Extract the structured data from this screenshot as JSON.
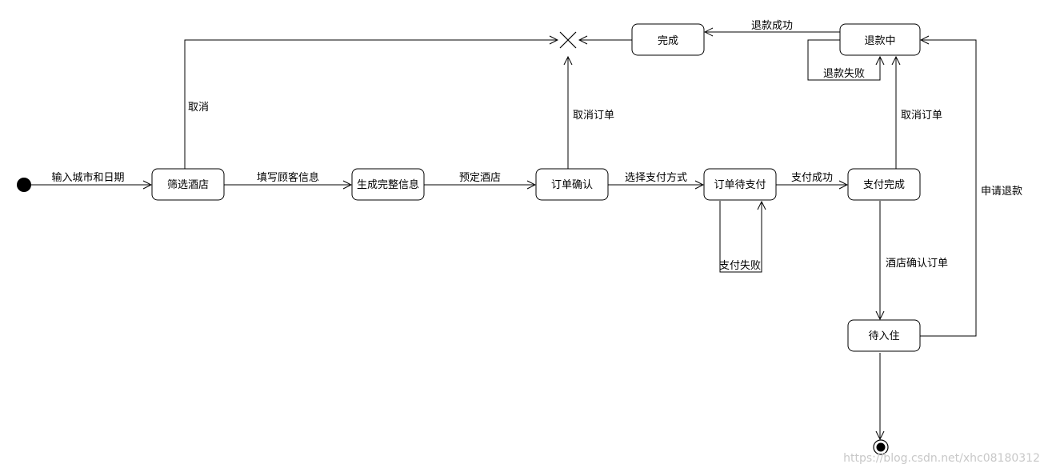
{
  "diagram": {
    "states": {
      "filter_hotel": "筛选酒店",
      "generate_info": "生成完整信息",
      "order_confirm": "订单确认",
      "order_pending_payment": "订单待支付",
      "payment_done": "支付完成",
      "pending_checkin": "待入住",
      "done": "完成",
      "refunding": "退款中"
    },
    "transitions": {
      "input_city_date": "输入城市和日期",
      "fill_customer_info": "填写顾客信息",
      "book_hotel": "预定酒店",
      "choose_payment": "选择支付方式",
      "payment_success": "支付成功",
      "payment_fail": "支付失败",
      "hotel_confirm": "酒店确认订单",
      "cancel": "取消",
      "cancel_order_1": "取消订单",
      "cancel_order_2": "取消订单",
      "refund_success": "退款成功",
      "refund_fail": "退款失败",
      "apply_refund": "申请退款"
    }
  },
  "watermark": "https://blog.csdn.net/xhc08180312"
}
